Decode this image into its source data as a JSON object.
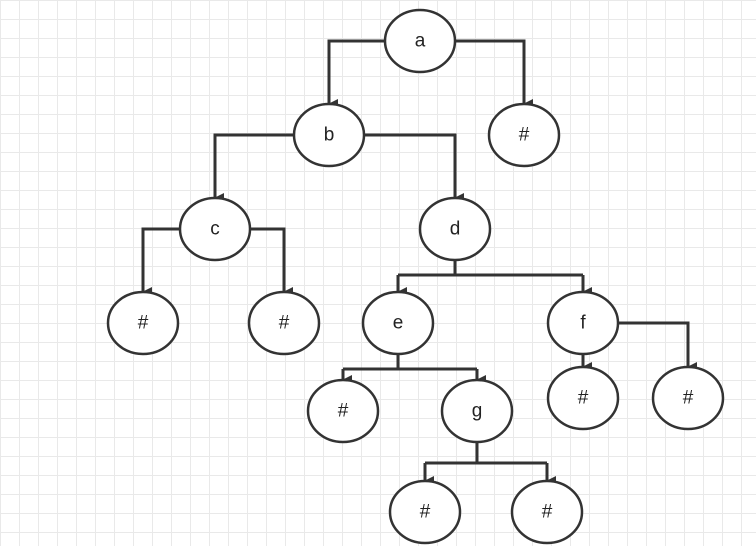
{
  "diagram": {
    "nodes": [
      {
        "id": "a",
        "label": "a"
      },
      {
        "id": "b",
        "label": "b"
      },
      {
        "id": "a_r",
        "label": "#"
      },
      {
        "id": "c",
        "label": "c"
      },
      {
        "id": "d",
        "label": "d"
      },
      {
        "id": "c_l",
        "label": "#"
      },
      {
        "id": "c_r",
        "label": "#"
      },
      {
        "id": "e",
        "label": "e"
      },
      {
        "id": "f",
        "label": "f"
      },
      {
        "id": "e_l",
        "label": "#"
      },
      {
        "id": "g",
        "label": "g"
      },
      {
        "id": "f_l",
        "label": "#"
      },
      {
        "id": "f_r",
        "label": "#"
      },
      {
        "id": "g_l",
        "label": "#"
      },
      {
        "id": "g_r",
        "label": "#"
      }
    ],
    "edges": [
      {
        "from": "a",
        "to": "b"
      },
      {
        "from": "a",
        "to": "a_r"
      },
      {
        "from": "b",
        "to": "c"
      },
      {
        "from": "b",
        "to": "d"
      },
      {
        "from": "c",
        "to": "c_l"
      },
      {
        "from": "c",
        "to": "c_r"
      },
      {
        "from": "d",
        "to": "e"
      },
      {
        "from": "d",
        "to": "f"
      },
      {
        "from": "e",
        "to": "e_l"
      },
      {
        "from": "e",
        "to": "g"
      },
      {
        "from": "f",
        "to": "f_l"
      },
      {
        "from": "f",
        "to": "f_r"
      },
      {
        "from": "g",
        "to": "g_l"
      },
      {
        "from": "g",
        "to": "g_r"
      }
    ],
    "stroke_color": "#333333"
  }
}
